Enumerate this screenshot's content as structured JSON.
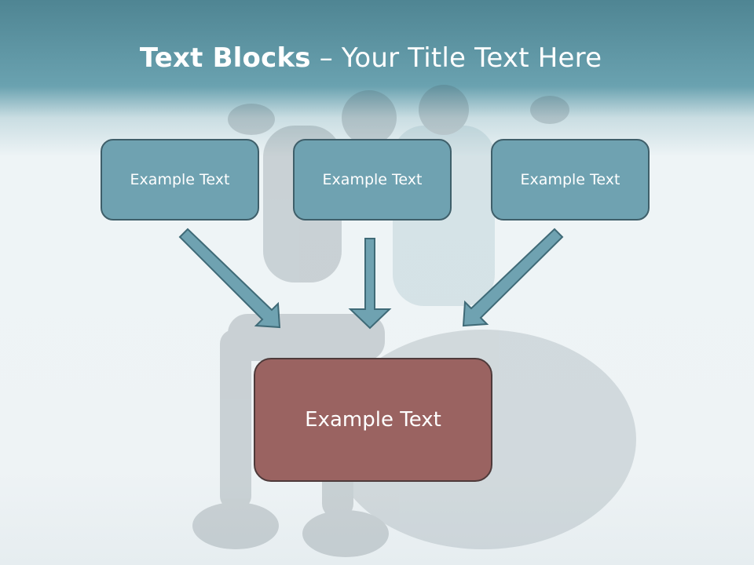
{
  "slide": {
    "title_bold": "Text Blocks",
    "title_rest": " – Your Title Text Here",
    "blocks": [
      {
        "label": "Example Text"
      },
      {
        "label": "Example Text"
      },
      {
        "label": "Example Text"
      }
    ],
    "target": {
      "label": "Example Text"
    }
  },
  "colors": {
    "header": "#5f97a5",
    "block_fill": "#6fa2b1",
    "block_border": "#3f5f6a",
    "target_fill": "#9a6361",
    "arrow_fill": "#6fa2b1"
  }
}
